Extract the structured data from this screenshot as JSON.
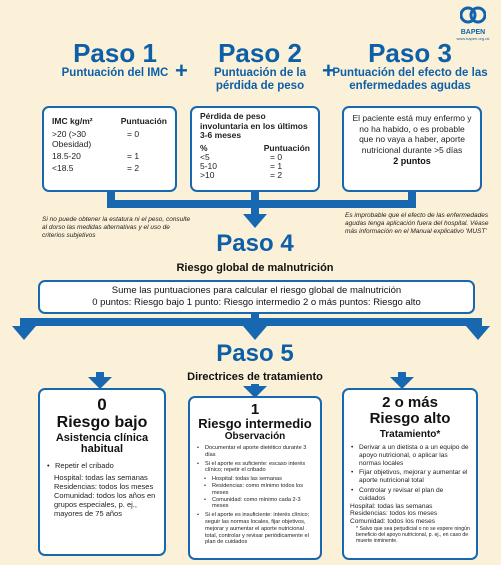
{
  "brand": {
    "name": "BAPEN",
    "url": "www.bapen.org.uk"
  },
  "colors": {
    "accent": "#0d5fa8",
    "background": "#fbf0d8",
    "box_border": "#1868b1"
  },
  "step1": {
    "title": "Paso 1",
    "subtitle": "Puntuación del IMC",
    "table": {
      "col1": "IMC kg/m²",
      "col2": "Puntuación",
      "rows": [
        [
          ">20 (>30 Obesidad)",
          "= 0"
        ],
        [
          "18.5-20",
          "= 1"
        ],
        [
          "<18.5",
          "= 2"
        ]
      ]
    },
    "note": "Si no puede obtener la estatura ni el peso, consulte al dorso las medidas alternativas y el uso de criterios subjetivos"
  },
  "plus1": "+",
  "plus2": "+",
  "step2": {
    "title": "Paso 2",
    "subtitle": "Puntuación de la pérdida de peso",
    "table": {
      "head": "Pérdida de peso involuntaria en los últimos 3-6 meses",
      "col1": "%",
      "col2": "Puntuación",
      "rows": [
        [
          "<5",
          "= 0"
        ],
        [
          "5-10",
          "= 1"
        ],
        [
          ">10",
          "= 2"
        ]
      ]
    }
  },
  "step3": {
    "title": "Paso 3",
    "subtitle": "Puntuación del efecto de las enfermedades agudas",
    "text": "El paciente está muy enfermo y no ha habido, o es probable que no vaya a haber, aporte nutricional durante >5 días",
    "points": "2 puntos",
    "note": "Es improbable que el efecto de las enfermedades agudas tenga aplicación fuera del hospital. Véase más información en el Manual explicativo 'MUST'"
  },
  "step4": {
    "title": "Paso 4",
    "subtitle": "Riesgo global de malnutrición",
    "line1": "Sume las puntuaciones para calcular el riesgo global de malnutrición",
    "line2": "0 puntos: Riesgo bajo 1 punto: Riesgo intermedio 2 o más puntos: Riesgo alto"
  },
  "step5": {
    "title": "Paso 5",
    "subtitle": "Directrices de tratamiento"
  },
  "risk_low": {
    "num": "0",
    "title": "Riesgo bajo",
    "action": "Asistencia clínica habitual",
    "bullet": "Repetir el cribado",
    "lines": [
      "Hospital: todas las semanas",
      "Residencias: todos los meses",
      "Comunidad: todos los años en grupos especiales, p. ej., mayores de 75 años"
    ]
  },
  "risk_mid": {
    "num": "1",
    "title": "Riesgo intermedio",
    "action": "Observación",
    "b1": "Documentar el aporte dietético durante 3 días",
    "b2": "Si el aporte es suficiente: escaso interés clínico; repetir el cribado",
    "sub": [
      "Hospital: todas las semanas",
      "Residencias: como mínimo todos los meses",
      "Comunidad: como mínimo cada 2-3 meses"
    ],
    "b3": "Si el aporte es insuficiente: interés clínico; seguir las normas locales, fijar objetivos, mejorar y aumentar el aporte nutricional total, controlar y revisar periódicamente el plan de cuidados"
  },
  "risk_high": {
    "num": "2 o más",
    "title": "Riesgo alto",
    "action": "Tratamiento*",
    "b1": "Derivar a un dietista o a un equipo de apoyo nutricional, o aplicar las normas locales",
    "b2": "Fijar objetivos, mejorar y aumentar el aporte nutricional total",
    "b3": "Controlar y revisar el plan de cuidados",
    "lines": [
      "Hospital: todas las semanas",
      "Residencias: todos los meses",
      "Comunidad: todos los meses"
    ],
    "foot": "* Salvo que sea perjudicial o no se espere ningún beneficio del apoyo nutricional, p. ej., en caso de muerte inminente."
  }
}
